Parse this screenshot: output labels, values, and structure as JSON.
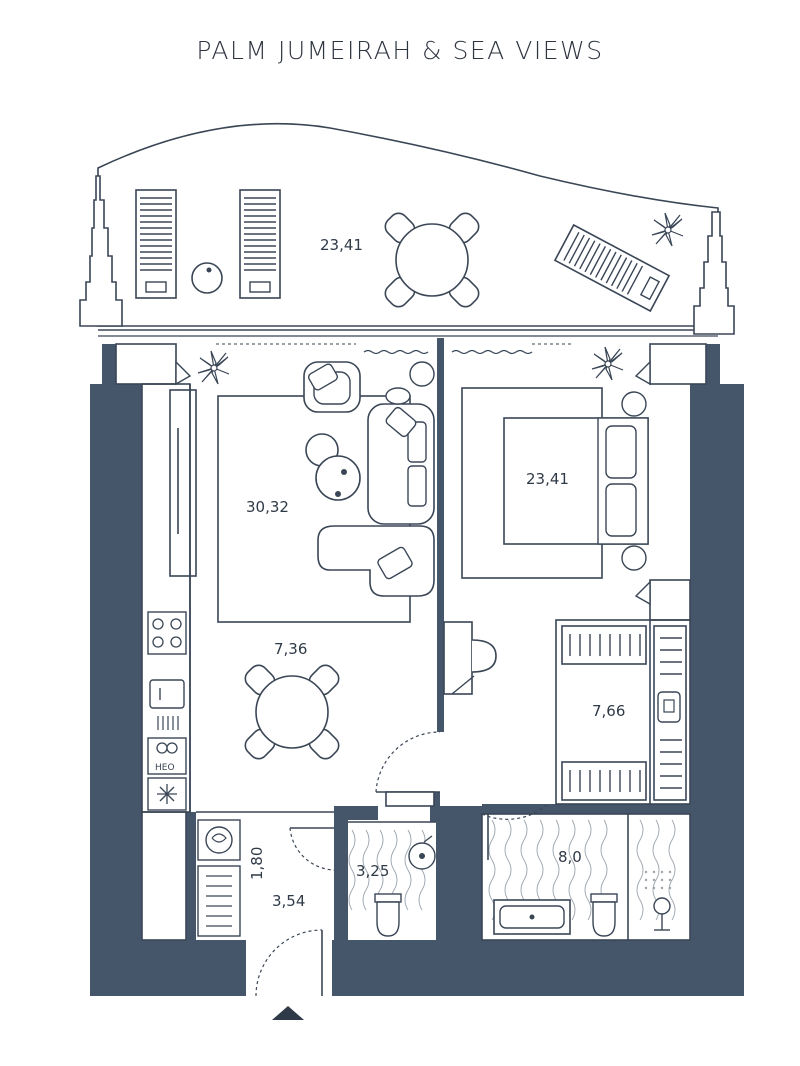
{
  "title": "PALM JUMEIRAH & SEA VIEWS",
  "colors": {
    "wall": "#46566a",
    "line": "#3a4656",
    "background": "#ffffff"
  },
  "rooms": [
    {
      "id": "terrace",
      "area": "23,41"
    },
    {
      "id": "living",
      "area": "30,32"
    },
    {
      "id": "bedroom",
      "area": "23,41"
    },
    {
      "id": "dining",
      "area": "7,36"
    },
    {
      "id": "wardrobe",
      "area": "7,66"
    },
    {
      "id": "wc",
      "area": "3,25"
    },
    {
      "id": "bathroom",
      "area": "8,0"
    },
    {
      "id": "hall",
      "area": "3,54"
    },
    {
      "id": "corridor",
      "area": "1,80"
    }
  ],
  "icons": [
    "palm-plant-icon",
    "sun-lounger-icon",
    "dining-table-icon",
    "armchair-icon",
    "sofa-icon",
    "coffee-table-icon",
    "bed-icon",
    "tv-unit-icon",
    "stove-icon",
    "sink-icon",
    "oven-icon",
    "fridge-icon",
    "washing-machine-icon",
    "toilet-icon",
    "washbasin-icon",
    "bathtub-icon",
    "shower-icon",
    "entrance-arrow-icon"
  ]
}
